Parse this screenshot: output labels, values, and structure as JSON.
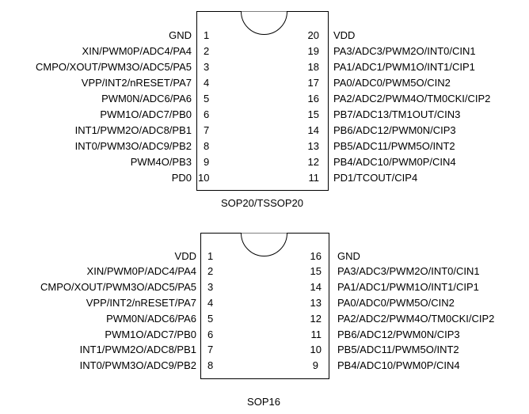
{
  "packages": [
    {
      "name": "SOP20/TSSOP20",
      "left_pins": [
        {
          "num": "1",
          "label": "GND"
        },
        {
          "num": "2",
          "label": "XIN/PWM0P/ADC4/PA4"
        },
        {
          "num": "3",
          "label": "CMPO/XOUT/PWM3O/ADC5/PA5"
        },
        {
          "num": "4",
          "label": "VPP/INT2/nRESET/PA7"
        },
        {
          "num": "5",
          "label": "PWM0N/ADC6/PA6"
        },
        {
          "num": "6",
          "label": "PWM1O/ADC7/PB0"
        },
        {
          "num": "7",
          "label": "INT1/PWM2O/ADC8/PB1"
        },
        {
          "num": "8",
          "label": "INT0/PWM3O/ADC9/PB2"
        },
        {
          "num": "9",
          "label": "PWM4O/PB3"
        },
        {
          "num": "10",
          "label": "PD0"
        }
      ],
      "right_pins": [
        {
          "num": "20",
          "label": "VDD"
        },
        {
          "num": "19",
          "label": "PA3/ADC3/PWM2O/INT0/CIN1"
        },
        {
          "num": "18",
          "label": "PA1/ADC1/PWM1O/INT1/CIP1"
        },
        {
          "num": "17",
          "label": "PA0/ADC0/PWM5O/CIN2"
        },
        {
          "num": "16",
          "label": "PA2/ADC2/PWM4O/TM0CKI/CIP2"
        },
        {
          "num": "15",
          "label": "PB7/ADC13/TM1OUT/CIN3"
        },
        {
          "num": "14",
          "label": "PB6/ADC12/PWM0N/CIP3"
        },
        {
          "num": "13",
          "label": "PB5/ADC11/PWM5O/INT2"
        },
        {
          "num": "12",
          "label": "PB4/ADC10/PWM0P/CIN4"
        },
        {
          "num": "11",
          "label": "PD1/TCOUT/CIP4"
        }
      ]
    },
    {
      "name": "SOP16",
      "left_pins": [
        {
          "num": "1",
          "label": "VDD"
        },
        {
          "num": "2",
          "label": "XIN/PWM0P/ADC4/PA4"
        },
        {
          "num": "3",
          "label": "CMPO/XOUT/PWM3O/ADC5/PA5"
        },
        {
          "num": "4",
          "label": "VPP/INT2/nRESET/PA7"
        },
        {
          "num": "5",
          "label": "PWM0N/ADC6/PA6"
        },
        {
          "num": "6",
          "label": "PWM1O/ADC7/PB0"
        },
        {
          "num": "7",
          "label": "INT1/PWM2O/ADC8/PB1"
        },
        {
          "num": "8",
          "label": "INT0/PWM3O/ADC9/PB2"
        }
      ],
      "right_pins": [
        {
          "num": "16",
          "label": "GND"
        },
        {
          "num": "15",
          "label": "PA3/ADC3/PWM2O/INT0/CIN1"
        },
        {
          "num": "14",
          "label": "PA1/ADC1/PWM1O/INT1/CIP1"
        },
        {
          "num": "13",
          "label": "PA0/ADC0/PWM5O/CIN2"
        },
        {
          "num": "12",
          "label": "PA2/ADC2/PWM4O/TM0CKI/CIP2"
        },
        {
          "num": "11",
          "label": "PB6/ADC12/PWM0N/CIP3"
        },
        {
          "num": "10",
          "label": "PB5/ADC11/PWM5O/INT2"
        },
        {
          "num": "9",
          "label": "PB4/ADC10/PWM0P/CIN4"
        }
      ]
    }
  ]
}
